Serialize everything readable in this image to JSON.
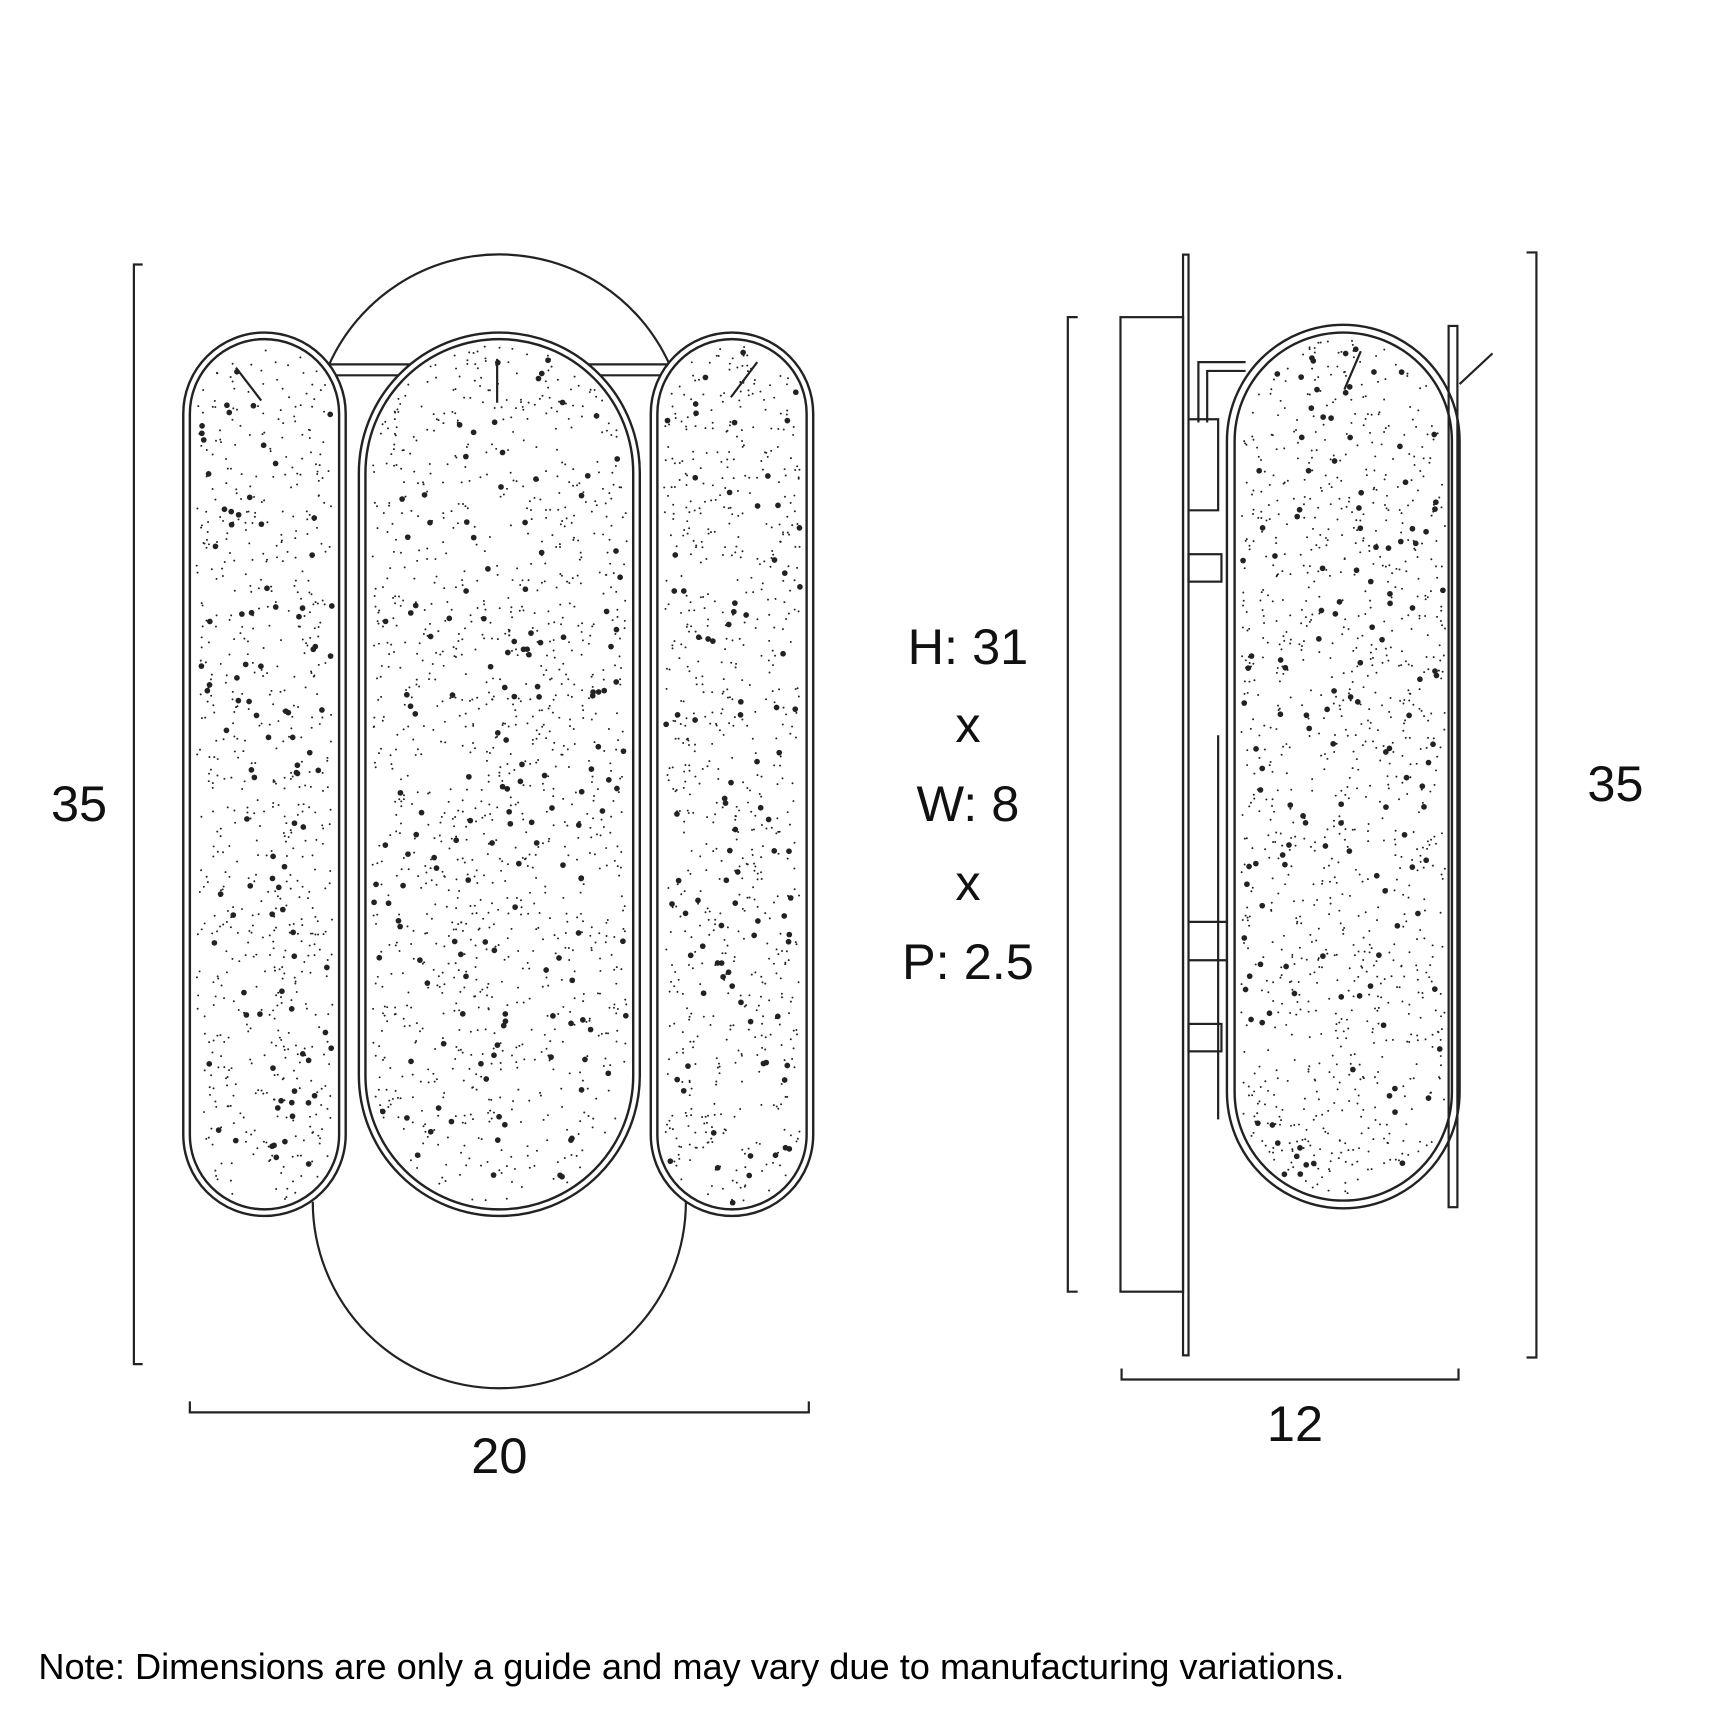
{
  "front_view": {
    "height_label": "35",
    "width_label": "20"
  },
  "center_spec": {
    "height": "H: 31",
    "x1": "x",
    "width": "W: 8",
    "x2": "x",
    "projection": "P: 2.5"
  },
  "side_view": {
    "height_label": "35",
    "depth_label": "12"
  },
  "note": "Note: Dimensions are only a guide and may vary due to manufacturing variations."
}
